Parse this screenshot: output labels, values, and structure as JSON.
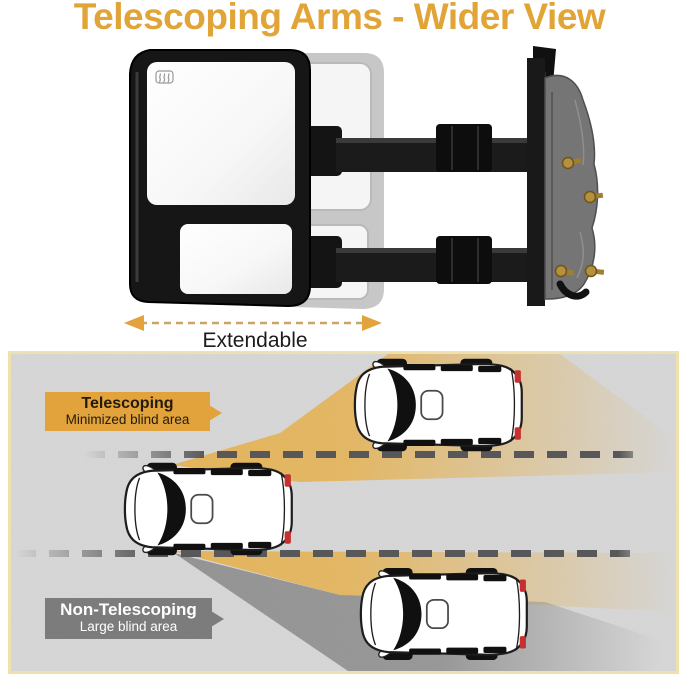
{
  "title": "Telescoping Arms - Wider View",
  "product": {
    "extendable_label": "Extendable"
  },
  "diagram": {
    "telescoping_label": {
      "title": "Telescoping",
      "subtitle": "Minimized blind area"
    },
    "non_telescoping_label": {
      "title": "Non-Telescoping",
      "subtitle": "Large blind area"
    }
  },
  "colors": {
    "title_color": "#E1A437",
    "accent": "#E2A33C",
    "cone_yellow": "#E8B14A",
    "blind_gray": "#8A8A8A",
    "label_gray": "#7C7C7C",
    "label_text_dark": "#241A0A",
    "dash_color": "#58585A",
    "panel_bg": "#D8D8D8",
    "panel_border": "#EFE0B0",
    "taillight_red": "#C53030",
    "arrow_dash": "#C9A466"
  }
}
